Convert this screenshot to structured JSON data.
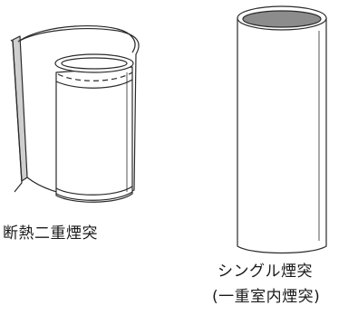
{
  "labels": {
    "double_wall": "断熱二重煙突",
    "single_wall": "シングル煙突",
    "single_wall_note": "(一重室内煙突)"
  },
  "colors": {
    "outline": "#2a2a2a",
    "inner_wall": "#cfcfcf",
    "pipe_fill": "#ffffff",
    "opening_dark": "#8c8c8c"
  }
}
